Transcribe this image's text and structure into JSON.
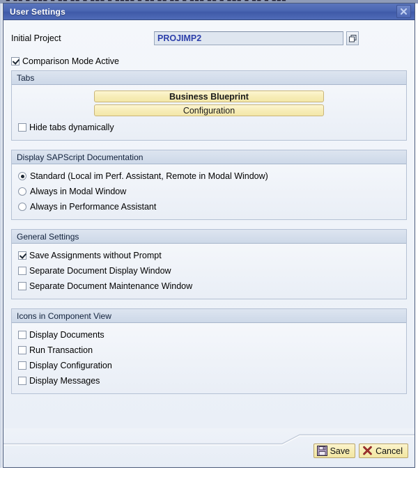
{
  "background": {
    "strip_text": "■ ■■ ■ ■■■ ■ ■■ ■■ ■ ■■■ ■ ■■■■ ■ ■■ ■■ ■■ ■ ■■■ ■■ ■ ■■■ ■ ■■ ■ ■■■"
  },
  "window": {
    "title": "User Settings",
    "close_icon": "close-icon"
  },
  "project": {
    "label": "Initial Project",
    "value": "PROJIMP2",
    "placeholder": "",
    "f4_icon": "value-help-icon",
    "focus_color": "#c0392b",
    "value_color": "#2c3faa"
  },
  "comparison": {
    "label": "Comparison Mode Active",
    "checked": true
  },
  "groups": [
    {
      "title": "Tabs",
      "buttons": [
        {
          "label": "Business Blueprint",
          "bold": true
        },
        {
          "label": "Configuration",
          "bold": false
        }
      ],
      "options": [
        {
          "type": "checkbox",
          "label": "Hide tabs dynamically",
          "checked": false
        }
      ]
    },
    {
      "title": "Display SAPScript Documentation",
      "buttons": [],
      "options": [
        {
          "type": "radio",
          "label": "Standard (Local im Perf. Assistant, Remote in Modal Window)",
          "checked": true
        },
        {
          "type": "radio",
          "label": "Always in Modal Window",
          "checked": false
        },
        {
          "type": "radio",
          "label": "Always in Performance Assistant",
          "checked": false
        }
      ]
    },
    {
      "title": "General Settings",
      "buttons": [],
      "options": [
        {
          "type": "checkbox",
          "label": "Save Assignments without Prompt",
          "checked": true
        },
        {
          "type": "checkbox",
          "label": "Separate Document Display Window",
          "checked": false
        },
        {
          "type": "checkbox",
          "label": "Separate Document Maintenance Window",
          "checked": false
        }
      ]
    },
    {
      "title": "Icons in Component View",
      "buttons": [],
      "options": [
        {
          "type": "checkbox",
          "label": "Display Documents",
          "checked": false
        },
        {
          "type": "checkbox",
          "label": "Run Transaction",
          "checked": false
        },
        {
          "type": "checkbox",
          "label": "Display Configuration",
          "checked": false
        },
        {
          "type": "checkbox",
          "label": "Display Messages",
          "checked": false
        }
      ]
    }
  ],
  "footer": {
    "save_label": "Save",
    "save_icon": "floppy-disk-icon",
    "cancel_label": "Cancel",
    "cancel_icon": "red-x-icon"
  },
  "colors": {
    "titlebar": "#4a66b2",
    "button_yellow": "#f6ecb2",
    "group_header": "#cdd8e8",
    "dialog_bg": "#eef2f8"
  }
}
